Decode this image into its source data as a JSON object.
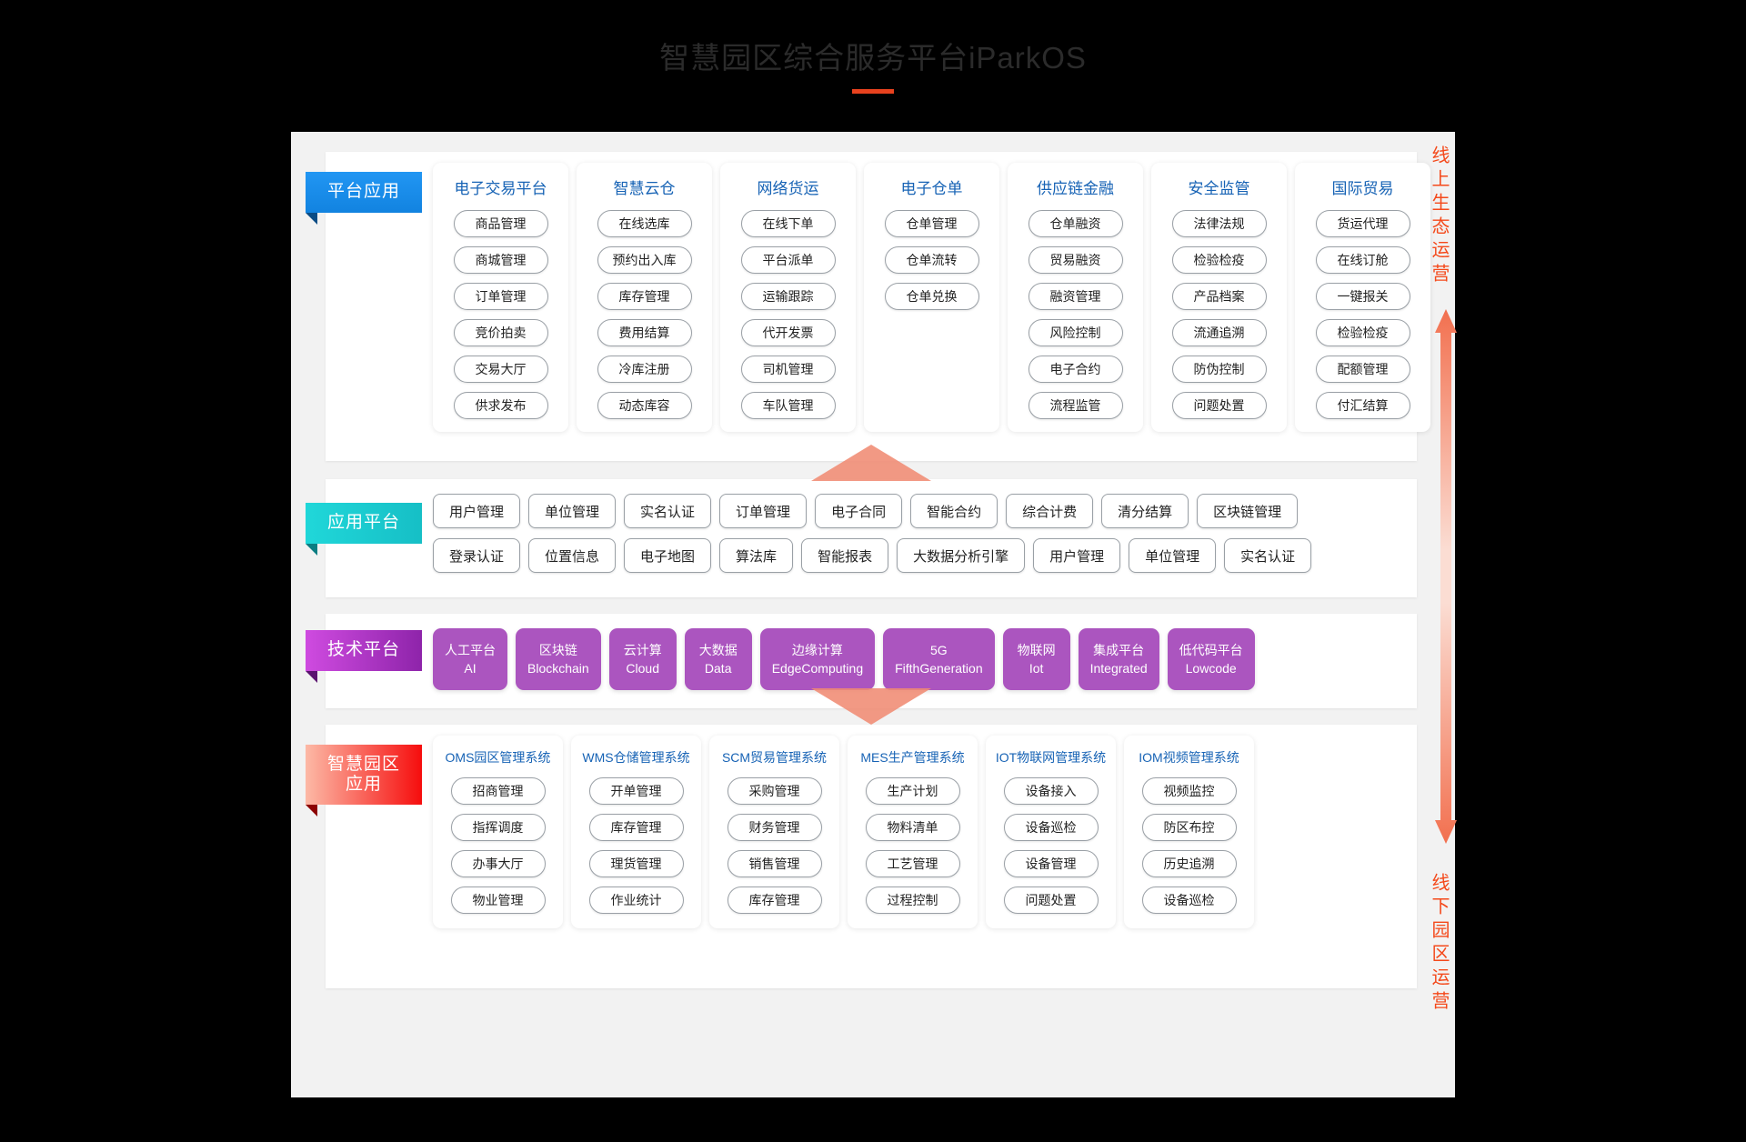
{
  "header": {
    "title": "智慧园区综合服务平台iParkOS",
    "accent_color": "#e8421e"
  },
  "rails": {
    "online_label": "线上生态运营",
    "offline_label": "线下园区运营",
    "arrow_color": "#f2704f"
  },
  "rows": {
    "apps": {
      "tag": "平台应用",
      "tag_color": "#1283e0",
      "cards": [
        {
          "title": "电子交易平台",
          "items": [
            "商品管理",
            "商城管理",
            "订单管理",
            "竞价拍卖",
            "交易大厅",
            "供求发布"
          ]
        },
        {
          "title": "智慧云仓",
          "items": [
            "在线选库",
            "预约出入库",
            "库存管理",
            "费用结算",
            "冷库注册",
            "动态库容"
          ]
        },
        {
          "title": "网络货运",
          "items": [
            "在线下单",
            "平台派单",
            "运输跟踪",
            "代开发票",
            "司机管理",
            "车队管理"
          ]
        },
        {
          "title": "电子仓单",
          "items": [
            "仓单管理",
            "仓单流转",
            "仓单兑换"
          ]
        },
        {
          "title": "供应链金融",
          "items": [
            "仓单融资",
            "贸易融资",
            "融资管理",
            "风险控制",
            "电子合约",
            "流程监管"
          ]
        },
        {
          "title": "安全监管",
          "items": [
            "法律法规",
            "检验检疫",
            "产品档案",
            "流通追溯",
            "防伪控制",
            "问题处置"
          ]
        },
        {
          "title": "国际贸易",
          "items": [
            "货运代理",
            "在线订舱",
            "一键报关",
            "检验检疫",
            "配额管理",
            "付汇结算"
          ]
        }
      ]
    },
    "platform": {
      "tag": "应用平台",
      "tag_color": "#16bfc6",
      "row1": [
        "用户管理",
        "单位管理",
        "实名认证",
        "订单管理",
        "电子合同",
        "智能合约",
        "综合计费",
        "清分结算",
        "区块链管理"
      ],
      "row2": [
        "登录认证",
        "位置信息",
        "电子地图",
        "算法库",
        "智能报表",
        "大数据分析引擎",
        "用户管理",
        "单位管理",
        "实名认证"
      ]
    },
    "tech": {
      "tag": "技术平台",
      "tag_color": "#a020b0",
      "blocks": [
        {
          "cn": "人工平台",
          "en": "AI"
        },
        {
          "cn": "区块链",
          "en": "Blockchain"
        },
        {
          "cn": "云计算",
          "en": "Cloud"
        },
        {
          "cn": "大数据",
          "en": "Data"
        },
        {
          "cn": "边缘计算",
          "en": "EdgeComputing"
        },
        {
          "cn": "5G",
          "en": "FifthGeneration"
        },
        {
          "cn": "物联网",
          "en": "Iot"
        },
        {
          "cn": "集成平台",
          "en": "Integrated"
        },
        {
          "cn": "低代码平台",
          "en": "Lowcode"
        }
      ]
    },
    "park": {
      "tag_line1": "智慧园区",
      "tag_line2": "应用",
      "tag_color": "#f60d0d",
      "cards": [
        {
          "title": "OMS园区管理系统",
          "items": [
            "招商管理",
            "指挥调度",
            "办事大厅",
            "物业管理"
          ]
        },
        {
          "title": "WMS仓储管理系统",
          "items": [
            "开单管理",
            "库存管理",
            "理货管理",
            "作业统计"
          ]
        },
        {
          "title": "SCM贸易管理系统",
          "items": [
            "采购管理",
            "财务管理",
            "销售管理",
            "库存管理"
          ]
        },
        {
          "title": "MES生产管理系统",
          "items": [
            "生产计划",
            "物料清单",
            "工艺管理",
            "过程控制"
          ]
        },
        {
          "title": "IOT物联网管理系统",
          "items": [
            "设备接入",
            "设备巡检",
            "设备管理",
            "问题处置"
          ]
        },
        {
          "title": "IOM视频管理系统",
          "items": [
            "视频监控",
            "防区布控",
            "历史追溯",
            "设备巡检"
          ]
        }
      ]
    }
  }
}
